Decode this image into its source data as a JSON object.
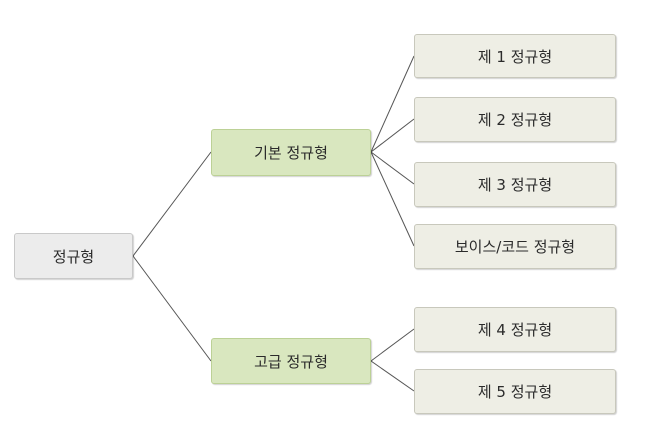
{
  "diagram": {
    "root": {
      "label": "정규형"
    },
    "branches": [
      {
        "label": "기본 정규형",
        "children": [
          "제 1 정규형",
          "제 2 정규형",
          "제 3 정규형",
          "보이스/코드 정규형"
        ]
      },
      {
        "label": "고급 정규형",
        "children": [
          "제 4 정규형",
          "제 5 정규형"
        ]
      }
    ]
  },
  "colors": {
    "root_fill": "#ececec",
    "branch_fill": "#d9e7bf",
    "leaf_fill": "#eeeee5",
    "connector": "#555555"
  }
}
